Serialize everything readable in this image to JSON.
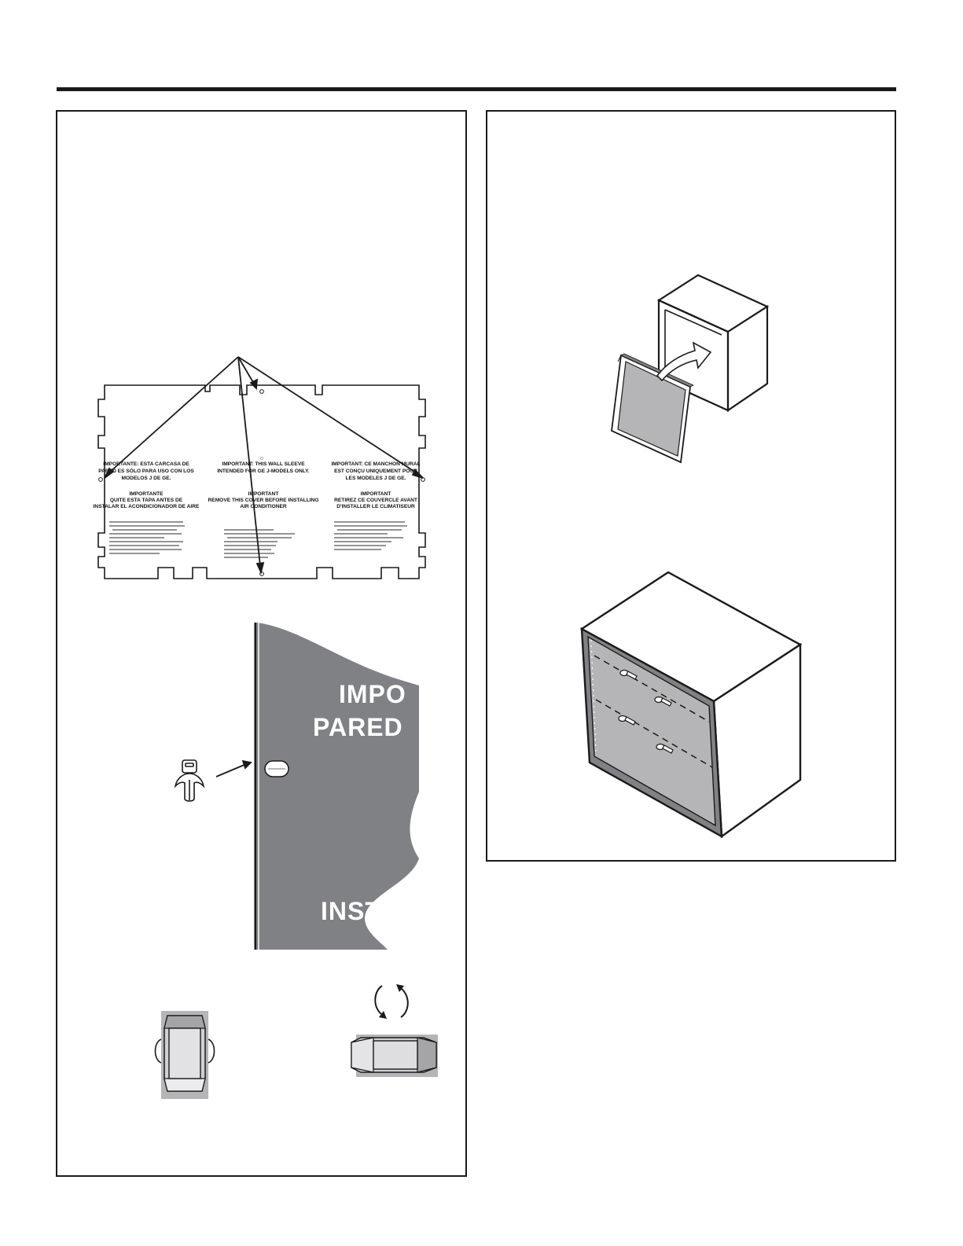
{
  "cover_sheet": {
    "col_es": {
      "line1": "IMPORTANTE: ESTA CARCASA DE",
      "line2": "PARED ES SÓLO PARA USO CON LOS",
      "line3": "MODELOS J DE GE.",
      "heading1": "IMPORTANTE",
      "heading2": "QUITE ESTA TAPA ANTES DE",
      "heading3": "INSTALAR EL ACONDICIONADOR DE AIRE"
    },
    "col_en": {
      "line1": "IMPORTANT: THIS WALL SLEEVE",
      "line2": "INTENDED FOR GE J-MODELS ONLY.",
      "heading1": "IMPORTANT",
      "heading2": "REMOVE THIS COVER BEFORE INSTALLING",
      "heading3": "AIR CONDITIONER"
    },
    "col_fr": {
      "line1": "IMPORTANT: CE MANCHON MURAL",
      "line2": "EST CONÇU UNIQUEMENT POUR",
      "line3": "LES MODELES J DE GE.",
      "heading1": "IMPORTANT",
      "heading2": "RETIREZ CE COUVERCLE AVANT",
      "heading3": "D'INSTALLER LE CLIMATISEUR"
    }
  },
  "closeup": {
    "line1": "IMPO",
    "line2": "PARED",
    "line3": "INST"
  },
  "colors": {
    "ink": "#1a1a1a",
    "cover_gray": "#808184",
    "panel_gray": "#b5b5b7",
    "light_gray": "#d0d0d2"
  }
}
